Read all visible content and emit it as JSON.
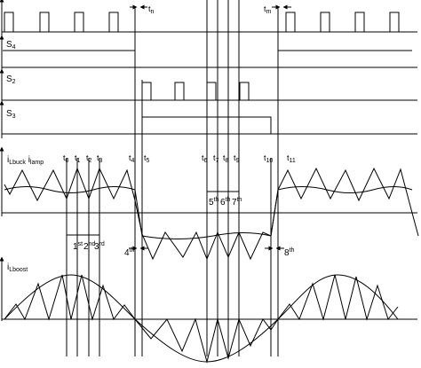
{
  "signals": {
    "s4": {
      "name": "S",
      "sub": "4"
    },
    "s2": {
      "name": "S",
      "sub": "2"
    },
    "s3": {
      "name": "S",
      "sub": "3"
    },
    "current_top": {
      "name1": "i",
      "sub1": "Lbuck",
      "name2": " i",
      "sub2": "lamp"
    },
    "current_bottom": {
      "name": "i",
      "sub": "Lboost"
    }
  },
  "time_marks": {
    "tn": {
      "t": "t",
      "s": "n"
    },
    "tm": {
      "t": "t",
      "s": "m"
    },
    "t0": {
      "t": "t",
      "s": "0"
    },
    "t1": {
      "t": "t",
      "s": "1"
    },
    "t2": {
      "t": "t",
      "s": "2"
    },
    "t3": {
      "t": "t",
      "s": "3"
    },
    "t4": {
      "t": "t",
      "s": "4"
    },
    "t5": {
      "t": "t",
      "s": "5"
    },
    "t6": {
      "t": "t",
      "s": "6"
    },
    "t7": {
      "t": "t",
      "s": "7"
    },
    "t8": {
      "t": "t",
      "s": "8"
    },
    "t9": {
      "t": "t",
      "s": "9"
    },
    "t10": {
      "t": "t",
      "s": "10"
    },
    "t11": {
      "t": "t",
      "s": "11"
    }
  },
  "intervals": {
    "i1": {
      "n": "1",
      "s": "st"
    },
    "i2": {
      "n": "2",
      "s": "nd"
    },
    "i3": {
      "n": "3",
      "s": "rd"
    },
    "i4": {
      "n": "4",
      "s": "th"
    },
    "i5": {
      "n": "5",
      "s": "th"
    },
    "i6": {
      "n": "6",
      "s": "th"
    },
    "i7": {
      "n": "7",
      "s": "th"
    },
    "i8": {
      "n": "8",
      "s": "th"
    }
  }
}
